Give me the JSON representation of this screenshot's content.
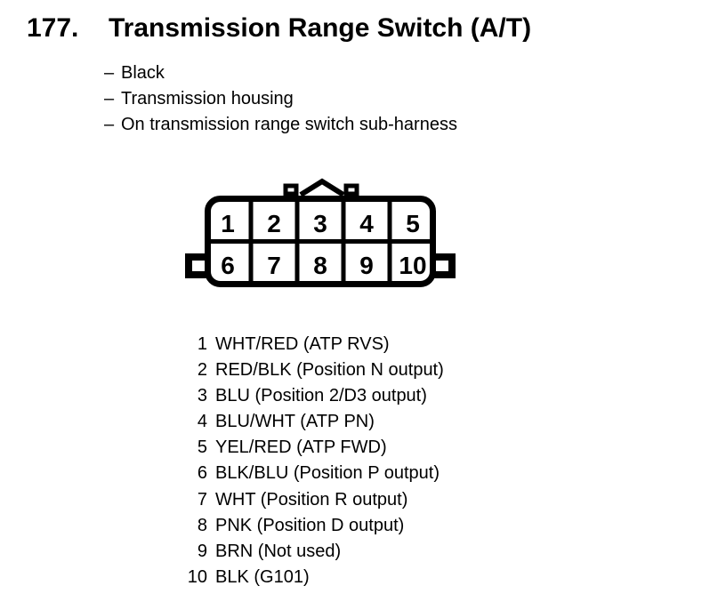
{
  "header": {
    "section_number": "177.",
    "title": "Transmission Range Switch (A/T)",
    "note_dash": "–",
    "notes": [
      "Black",
      "Transmission housing",
      "On transmission range switch sub-harness"
    ]
  },
  "connector": {
    "rows": 2,
    "columns": 5,
    "pins": [
      "1",
      "2",
      "3",
      "4",
      "5",
      "6",
      "7",
      "8",
      "9",
      "10"
    ]
  },
  "pinout": [
    {
      "pin": "1",
      "label": "WHT/RED (ATP RVS)"
    },
    {
      "pin": "2",
      "label": "RED/BLK (Position N output)"
    },
    {
      "pin": "3",
      "label": "BLU (Position 2/D3 output)"
    },
    {
      "pin": "4",
      "label": "BLU/WHT (ATP PN)"
    },
    {
      "pin": "5",
      "label": "YEL/RED (ATP FWD)"
    },
    {
      "pin": "6",
      "label": "BLK/BLU (Position P output)"
    },
    {
      "pin": "7",
      "label": "WHT (Position R output)"
    },
    {
      "pin": "8",
      "label": "PNK (Position D output)"
    },
    {
      "pin": "9",
      "label": "BRN (Not used)"
    },
    {
      "pin": "10",
      "label": "BLK (G101)"
    }
  ],
  "colors": {
    "ink": "#000000",
    "background": "#ffffff"
  }
}
